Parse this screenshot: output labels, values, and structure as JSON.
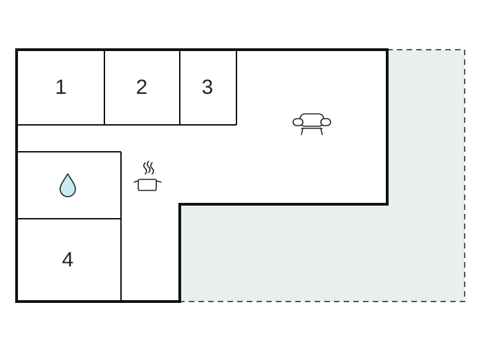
{
  "floorplan": {
    "rooms": [
      {
        "id": "bedroom-1",
        "label": "1"
      },
      {
        "id": "bedroom-2",
        "label": "2"
      },
      {
        "id": "bedroom-3",
        "label": "3"
      },
      {
        "id": "room-4",
        "label": "4"
      }
    ],
    "icons": {
      "living_area": "sofa-icon",
      "kitchen": "cooking-pot-icon",
      "bathroom": "water-drop-icon"
    },
    "colors": {
      "wall": "#111111",
      "outdoor_fill": "#e9eeee",
      "outdoor_border": "#555555",
      "water_drop": "#c6ebf2"
    }
  }
}
